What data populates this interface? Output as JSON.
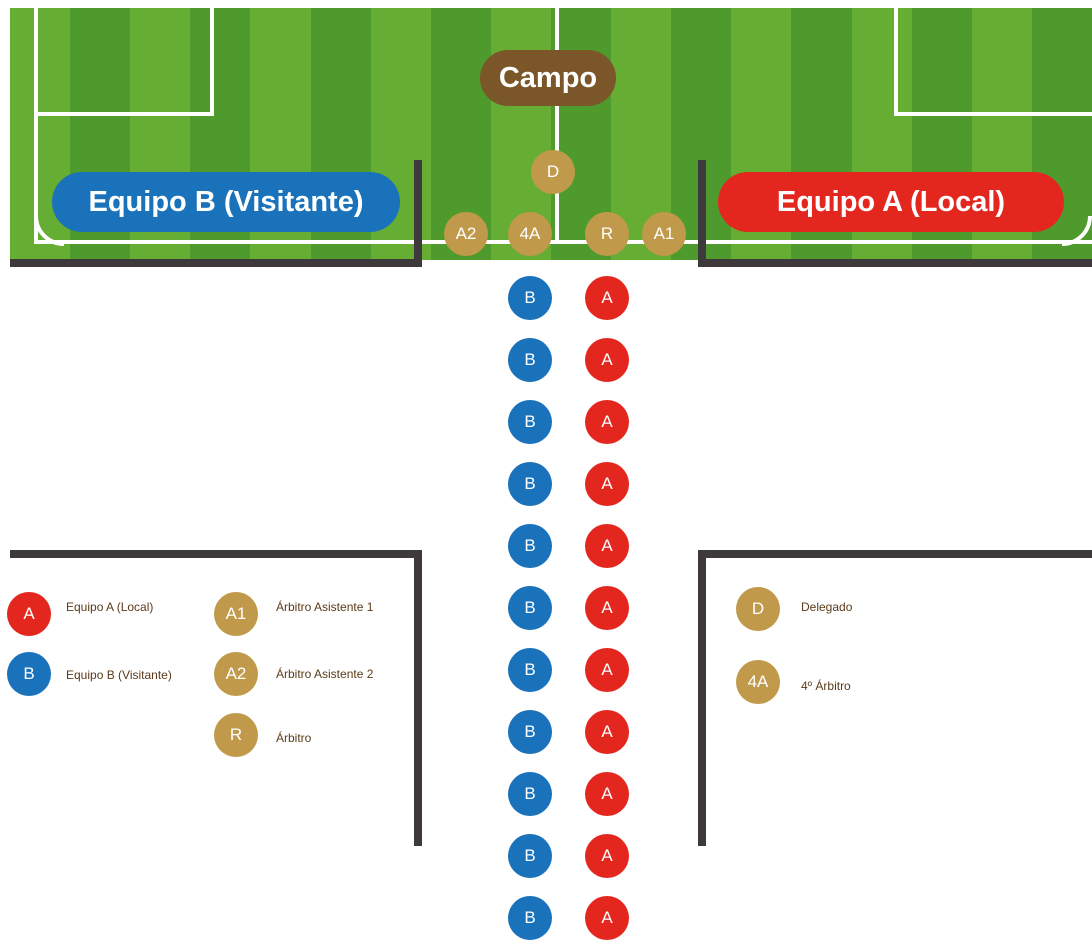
{
  "colors": {
    "grass_light": "#66ad33",
    "grass_dark": "#4f9a2c",
    "team_a": "#e3271f",
    "team_b": "#1a72ba",
    "official": "#c09a4a",
    "campo_pill": "#7a5628",
    "wall": "#3e3a3b",
    "legend_text": "#5a3a18"
  },
  "field": {
    "campo_label": "Campo",
    "team_b_label": "Equipo B (Visitante)",
    "team_a_label": "Equipo A (Local)"
  },
  "officials": {
    "delegate": "D",
    "assistant_2": "A2",
    "fourth": "4A",
    "referee": "R",
    "assistant_1": "A1"
  },
  "tunnel": {
    "team_b_marker": "B",
    "team_a_marker": "A",
    "players_per_team": 11
  },
  "legend": {
    "items": [
      {
        "symbol": "A",
        "label": "Equipo A (Local)",
        "color": "team_a"
      },
      {
        "symbol": "B",
        "label": "Equipo B (Visitante)",
        "color": "team_b"
      },
      {
        "symbol": "A1",
        "label": "Árbitro Asistente 1",
        "color": "official"
      },
      {
        "symbol": "A2",
        "label": "Árbitro Asistente 2",
        "color": "official"
      },
      {
        "symbol": "R",
        "label": "Árbitro",
        "color": "official"
      },
      {
        "symbol": "D",
        "label": "Delegado",
        "color": "official"
      },
      {
        "symbol": "4A",
        "label": "4º Árbitro",
        "color": "official"
      }
    ]
  }
}
